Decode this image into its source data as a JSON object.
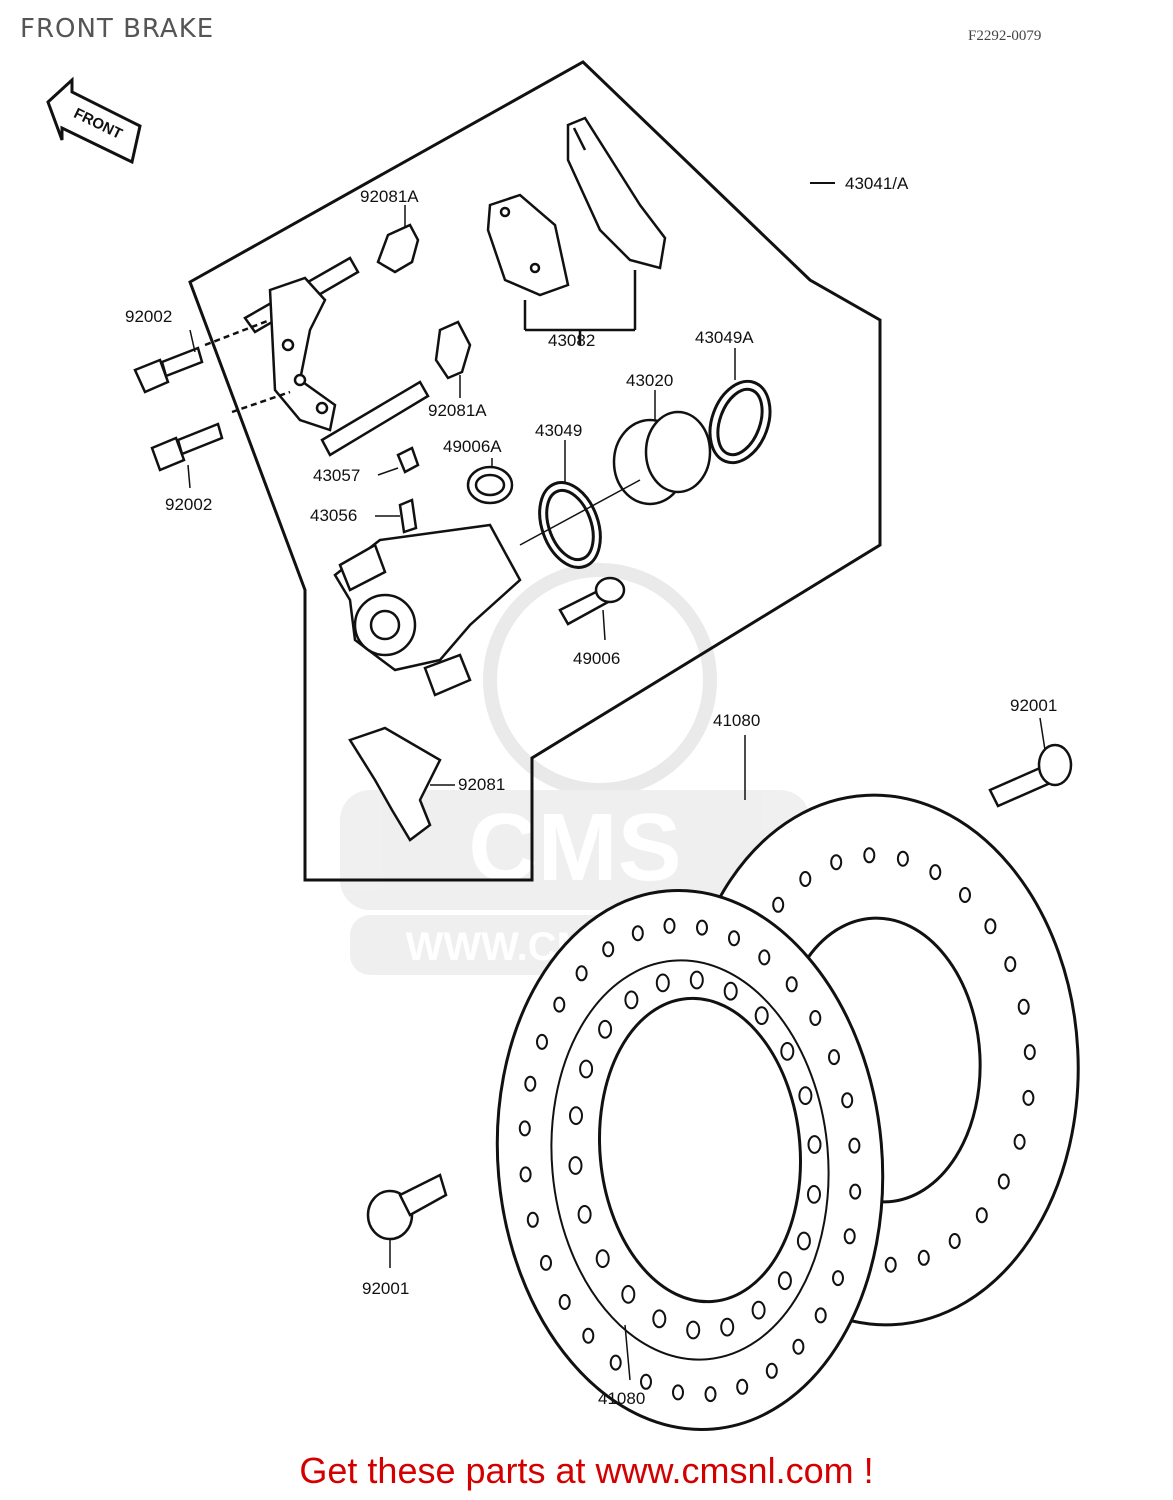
{
  "header": {
    "title": "FRONT BRAKE",
    "diagram_code": "F2292-0079"
  },
  "front_arrow": {
    "label": "FRONT"
  },
  "watermark": {
    "logo": "CMS",
    "url": "WWW.CMSNL.COM"
  },
  "parts": {
    "p43041A": "43041/A",
    "p92081A_top": "92081A",
    "p92002_top": "92002",
    "p43082": "43082",
    "p43049A": "43049A",
    "p43020": "43020",
    "p92081A_mid": "92081A",
    "p43049": "43049",
    "p49006A": "49006A",
    "p92002_bottom": "92002",
    "p43057": "43057",
    "p43056": "43056",
    "p49006": "49006",
    "p41080_top": "41080",
    "p92001_right": "92001",
    "p92081": "92081",
    "p92001_left": "92001",
    "p41080_bottom": "41080"
  },
  "footer": {
    "cta": "Get these parts at www.cmsnl.com !"
  }
}
